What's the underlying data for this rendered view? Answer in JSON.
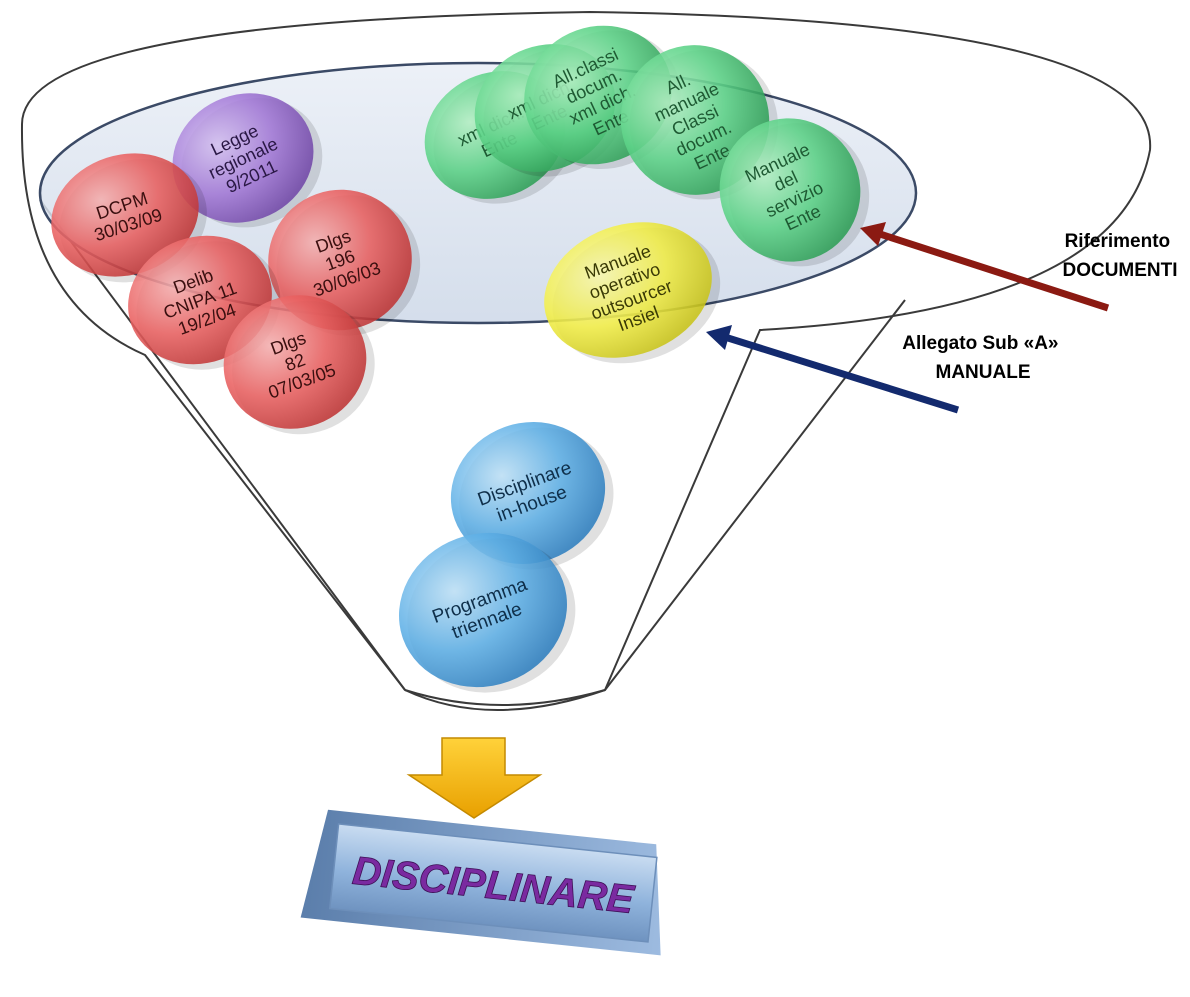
{
  "bubbles": [
    {
      "id": "xml-ente-1",
      "color": "green",
      "lines": [
        "xml dich.",
        "Ente"
      ]
    },
    {
      "id": "xml-ente-2",
      "color": "green",
      "lines": [
        "xml dich.",
        "Ente"
      ]
    },
    {
      "id": "all-classi",
      "color": "green",
      "lines": [
        "All.classi",
        "docum.",
        "xml dich.",
        "Ente"
      ]
    },
    {
      "id": "all-manuale",
      "color": "green",
      "lines": [
        "All.",
        "manuale",
        "Classi",
        "docum.",
        "Ente"
      ]
    },
    {
      "id": "manuale-servizio",
      "color": "green",
      "lines": [
        "Manuale",
        "del",
        "servizio",
        "Ente"
      ]
    },
    {
      "id": "legge-regionale",
      "color": "purple",
      "lines": [
        "Legge",
        "regionale",
        "9/2011"
      ]
    },
    {
      "id": "dcpm",
      "color": "red",
      "lines": [
        "DCPM",
        "30/03/09"
      ]
    },
    {
      "id": "dlgs-196",
      "color": "red",
      "lines": [
        "Dlgs",
        "196",
        "30/06/03"
      ]
    },
    {
      "id": "delib-cnipa",
      "color": "red",
      "lines": [
        "Delib",
        "CNIPA 11",
        "19/2/04"
      ]
    },
    {
      "id": "dlgs-82",
      "color": "red",
      "lines": [
        "Dlgs",
        "82",
        "07/03/05"
      ]
    },
    {
      "id": "manuale-operativo",
      "color": "yellow",
      "lines": [
        "Manuale",
        "operativo",
        "outsourcer",
        "Insiel"
      ]
    },
    {
      "id": "disciplinare-inhouse",
      "color": "blue",
      "lines": [
        "Disciplinare",
        "in-house"
      ]
    },
    {
      "id": "programma-triennale",
      "color": "blue",
      "lines": [
        "Programma",
        "triennale"
      ]
    }
  ],
  "labels": {
    "riferimento": [
      "Riferimento",
      "DOCUMENTI"
    ],
    "allegato": [
      "Allegato Sub «A»",
      "MANUALE"
    ]
  },
  "banner": {
    "text": "DISCIPLINARE"
  },
  "colors": {
    "green": "#4fcf7a",
    "purple": "#9b6fd0",
    "red": "#e85a5a",
    "yellow": "#f2ef3c",
    "blue": "#55a9e2",
    "arrow_red": "#8b1a12",
    "arrow_blue": "#132a6e",
    "down_arrow": "#f5b800",
    "banner": "#8fb3dc",
    "banner_text": "#7a2aa0"
  }
}
